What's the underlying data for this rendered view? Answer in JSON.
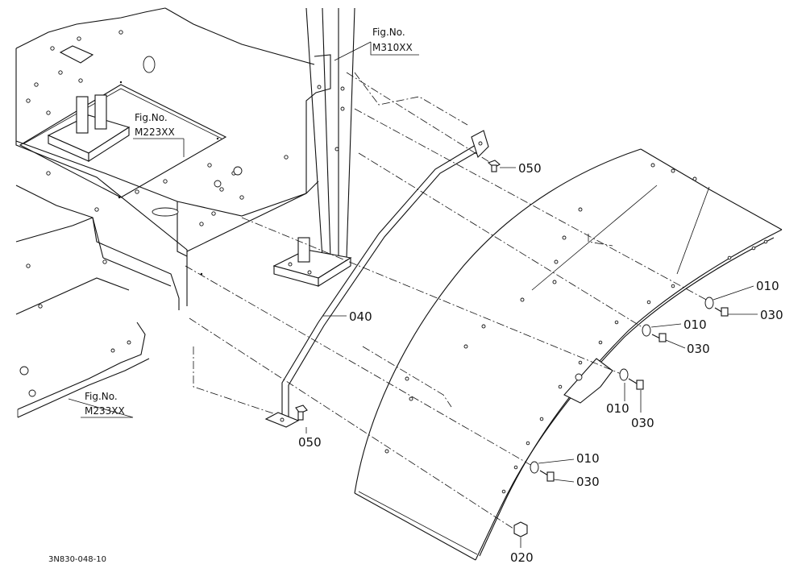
{
  "diagram": {
    "fig_refs": [
      {
        "line1": "Fig.No.",
        "line2": "M310XX"
      },
      {
        "line1": "Fig.No.",
        "line2": "M223XX"
      },
      {
        "line1": "Fig.No.",
        "line2": "M233XX"
      }
    ],
    "callouts": {
      "c010a": "010",
      "c010b": "010",
      "c010c": "010",
      "c010d": "010",
      "c020": "020",
      "c030a": "030",
      "c030b": "030",
      "c030c": "030",
      "c030d": "030",
      "c040": "040",
      "c050a": "050",
      "c050b": "050"
    },
    "doc_id": "3N830-048-10"
  }
}
